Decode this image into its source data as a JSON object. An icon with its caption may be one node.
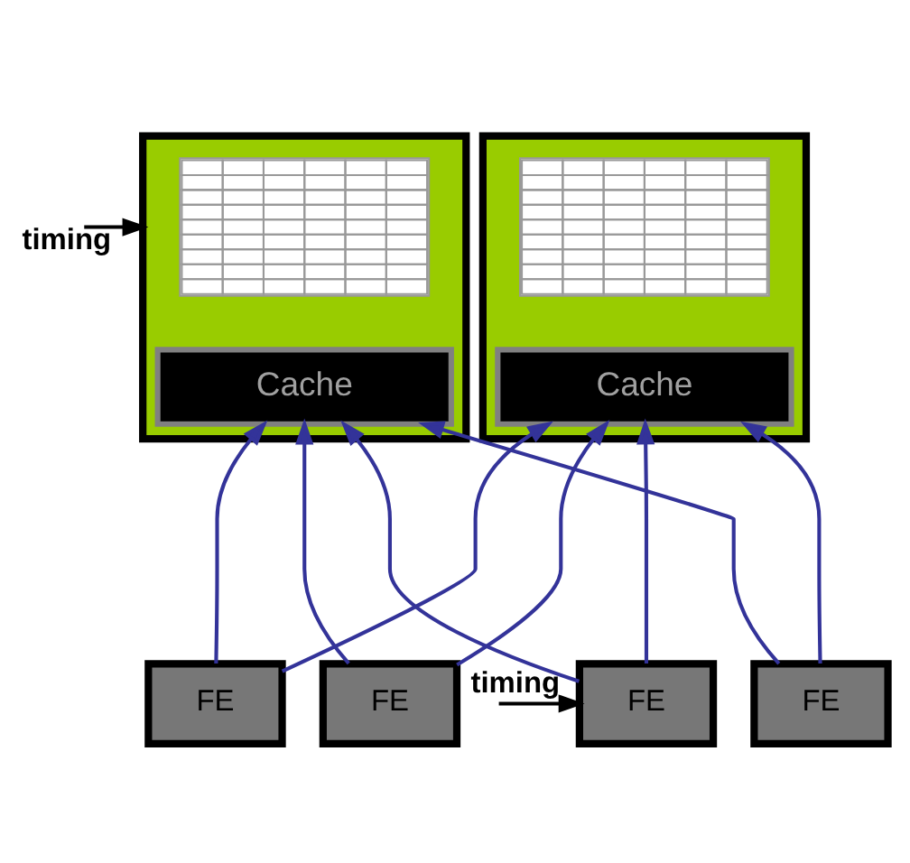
{
  "diagram": {
    "nodes": [
      {
        "text": [],
        "shape": "box"
      },
      {
        "text": [],
        "shape": "picture",
        "in": 0
      },
      {
        "text": [
          "Cache"
        ],
        "in": 0
      },
      {
        "text": [],
        "shape": "box"
      },
      {
        "text": [],
        "shape": "picture",
        "in": 3
      },
      {
        "text": [
          "Cache"
        ],
        "in": 3
      },
      {
        "text": [
          "FE"
        ]
      },
      {
        "text": [
          "FE"
        ]
      },
      {
        "text": [
          "FE"
        ]
      },
      {
        "text": [
          "FE"
        ]
      }
    ],
    "edges": [
      {
        "from": null,
        "to": 0,
        "arrow": "to",
        "label": "timing",
        "color": "#000000"
      },
      {
        "from": null,
        "to": 6,
        "arrow": "to",
        "label": "timing",
        "color": "#000000"
      },
      {
        "from": 6,
        "to": 2,
        "arrow": "to"
      },
      {
        "from": 6,
        "to": 5,
        "arrow": "to"
      },
      {
        "from": 7,
        "to": 2,
        "arrow": "to"
      },
      {
        "from": 7,
        "to": 5,
        "arrow": "to"
      },
      {
        "from": 8,
        "to": 2,
        "arrow": "to"
      },
      {
        "from": 8,
        "to": 5,
        "arrow": "to"
      },
      {
        "from": 9,
        "to": 5,
        "arrow": "to"
      },
      {
        "from": 9,
        "to": 2,
        "arrow": "to"
      }
    ]
  }
}
